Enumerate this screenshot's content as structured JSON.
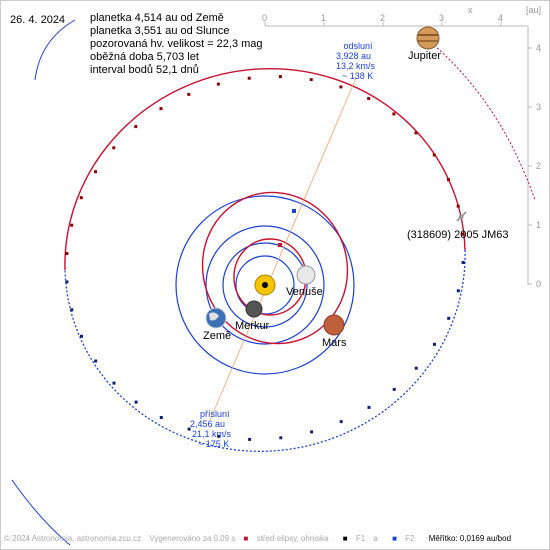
{
  "date": "26. 4. 2024",
  "info": {
    "line1": "planetka 4,514 au od Země",
    "line2": "planetka 3,551 au od Slunce",
    "line3": "pozorovaná hv. velikost = 22,3 mag",
    "line4": "oběžná doba 5,703 let",
    "line5": "interval bodů 52,1 dnů"
  },
  "axis": {
    "x_label": "x",
    "unit_label": "[au]",
    "x_ticks": [
      "0",
      "1",
      "2",
      "3",
      "4"
    ],
    "y_ticks": [
      "4",
      "3",
      "2",
      "1",
      "0"
    ]
  },
  "aphelion": {
    "title": "odsluní",
    "distance": "3,928 au",
    "speed": "13,2 km/s",
    "temp": "~ 138 K"
  },
  "perihelion": {
    "title": "přísluní",
    "distance": "2,456 au",
    "speed": "21,1 km/s",
    "temp": "~ 175 K"
  },
  "asteroid_name": "(318609) 2005 JM63",
  "planets": {
    "jupiter": "Jupiter",
    "venus": "Venuše",
    "mercury": "Merkur",
    "earth": "Země",
    "mars": "Mars"
  },
  "footer": {
    "copyright": "© 2024 Astronomia, astronomia.zcu.cz",
    "generated": "Vygenerováno za 0,09 s",
    "legend_center": "střed elipsy, ohniska",
    "f1": "F1",
    "a": "a",
    "f2": "F2",
    "scale": "Měřítko: 0,0169 au/bod"
  },
  "colors": {
    "asteroid_orbit": "#c8102e",
    "planet_orbit": "#1a3fd6",
    "apsidal_line": "#f0a070"
  }
}
